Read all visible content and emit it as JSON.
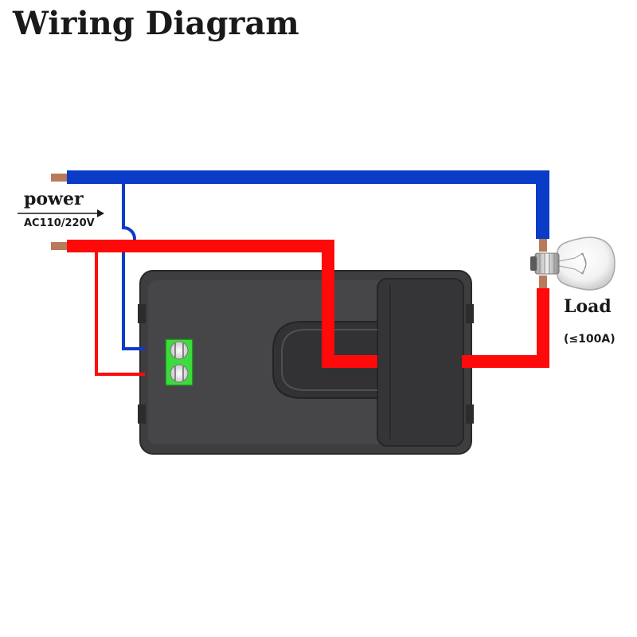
{
  "title": "Wiring Diagram",
  "power": {
    "label": "power",
    "voltage": "AC110/220V"
  },
  "load": {
    "label": "Load",
    "rating": "(≤100A)"
  },
  "colors": {
    "neutral_wire": "#0a3cc8",
    "live_wire": "#ff0a0a",
    "wire_tip": "#b87a5a",
    "module_body": "#3e3e40",
    "terminal": "#3ddc3d",
    "title_text": "#1a1a1a"
  },
  "icons": {
    "lamp": "light-bulb-icon",
    "terminal": "screw-terminal-icon",
    "arrow": "arrow-right-icon"
  }
}
